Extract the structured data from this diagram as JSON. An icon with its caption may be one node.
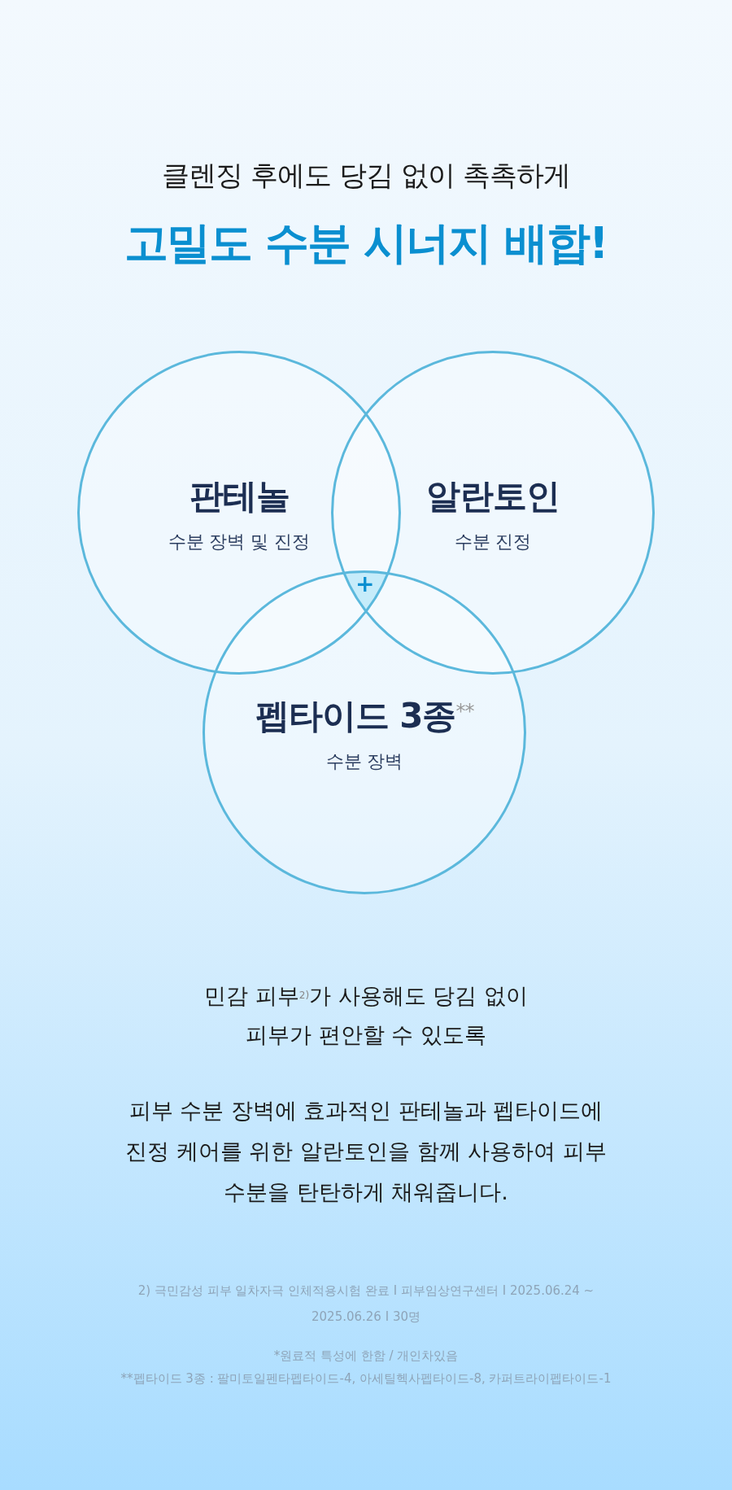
{
  "diagram": {
    "title": "고밀도 수분 시너지 배합!",
    "nodes": [
      {
        "text": [
          "판테놀",
          "수분 장벽 및 진정"
        ]
      },
      {
        "text": [
          "알란토인",
          "수분 진정"
        ]
      },
      {
        "text": [
          "펩타이드 3종$^{**}$",
          "수분 장벽"
        ]
      }
    ],
    "edges": [],
    "labels": [
      "클렌징 후에도 당김 없이 촉촉하게",
      "+",
      "민감 피부$^{2)}$가 사용해도 당김 없이 피부가 편안할 수 있도록",
      "피부 수분 장벽에 효과적인 판테놀과 펩타이드에 진정 케어를 위한 알란토인을 함께 사용하여 피부 수분을 탄탄하게 채워줍니다.",
      "2) 극민감성 피부 일차자극 인체적용시험 완료 I 피부임상연구센터 I 2025.06.24 ~ 2025.06.26 I 30명",
      "*원료적 특성에 한함 / 개인차있음",
      "**펩타이드 3종 : 팔미토일펜타펩타이드-4, 아세틸헥사펩타이드-8, 카퍼트라이펩타이드-1"
    ]
  }
}
